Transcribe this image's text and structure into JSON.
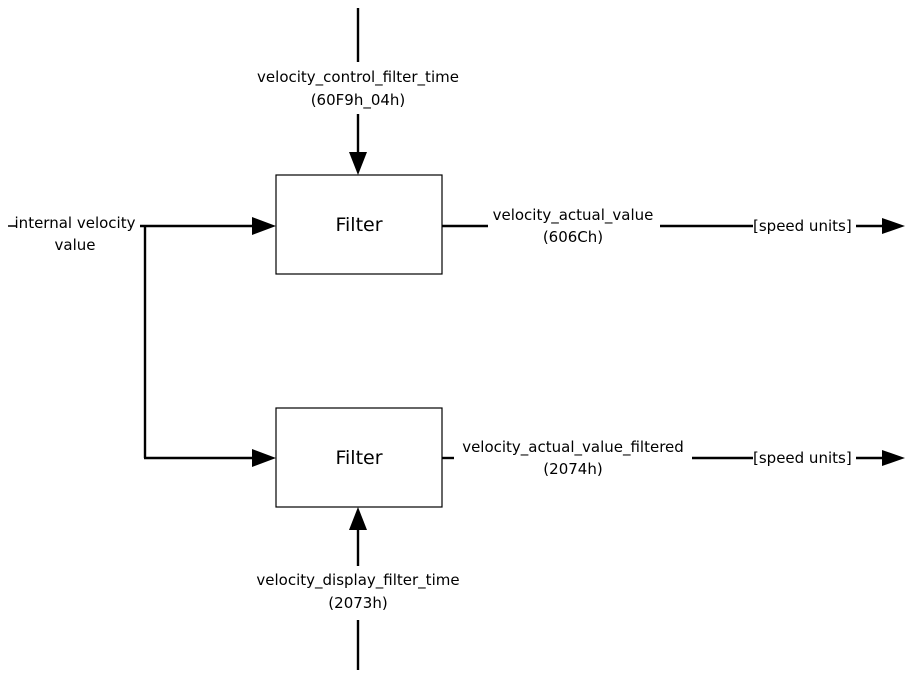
{
  "input_signal": {
    "line1": "internal velocity",
    "line2": "value"
  },
  "filter_top": {
    "title": "Filter",
    "param_name": "velocity_control_filter_time",
    "param_index": "(60F9h_04h)",
    "output_name": "velocity_actual_value",
    "output_index": "(606Ch)",
    "output_unit": "[speed units]"
  },
  "filter_bottom": {
    "title": "Filter",
    "param_name": "velocity_display_filter_time",
    "param_index": "(2073h)",
    "output_name": "velocity_actual_value_filtered",
    "output_index": "(2074h)",
    "output_unit": "[speed units]"
  }
}
